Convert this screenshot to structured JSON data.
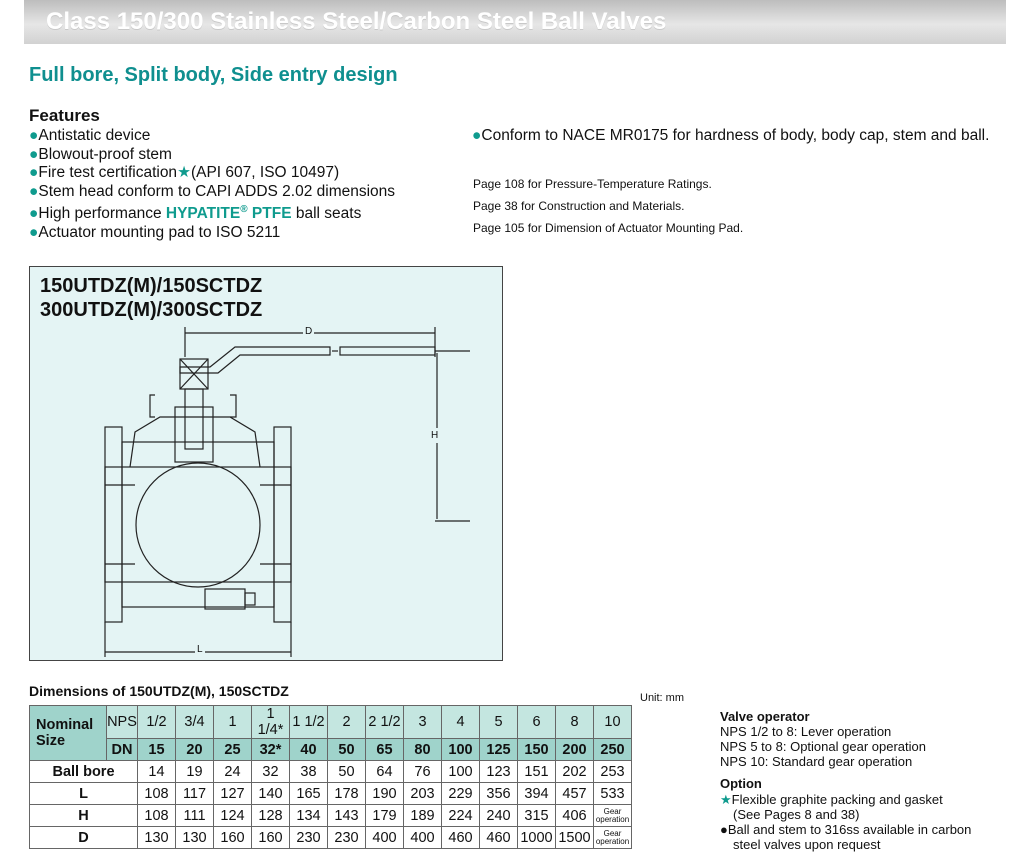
{
  "banner_title": "Class 150/300 Stainless Steel/Carbon Steel Ball Valves",
  "subtitle": "Full bore, Split body, Side entry design",
  "features_heading": "Features",
  "bullet": "●",
  "features": [
    "Antistatic device",
    "Blowout-proof stem",
    "Fire test certification",
    "(API 607, ISO 10497)",
    "Stem head conform to CAPI ADDS 2.02 dimensions",
    "High performance ",
    "HYPATITE",
    "®",
    " PTFE",
    " ball seats",
    "Actuator mounting pad to ISO 5211"
  ],
  "star": "★",
  "nace": "Conform to NACE MR0175 for hardness of body, body cap, stem and ball.",
  "page_refs": [
    "Page 108 for Pressure-Temperature Ratings.",
    "Page 38 for Construction and Materials.",
    "Page 105 for Dimension of Actuator Mounting Pad."
  ],
  "models": [
    "150UTDZ(M)/150SCTDZ",
    "300UTDZ(M)/300SCTDZ"
  ],
  "dim_labels": {
    "d": "D",
    "h": "H",
    "l": "L"
  },
  "table": {
    "title": "Dimensions of 150UTDZ(M), 150SCTDZ",
    "unit": "Unit: mm",
    "nominal": "Nominal",
    "size": "Size",
    "nps_label": "NPS",
    "dn_label": "DN",
    "nps": [
      "1/2",
      "3/4",
      "1",
      "1 1/4*",
      "1 1/2",
      "2",
      "2 1/2",
      "3",
      "4",
      "5",
      "6",
      "8",
      "10"
    ],
    "dn": [
      "15",
      "20",
      "25",
      "32*",
      "40",
      "50",
      "65",
      "80",
      "100",
      "125",
      "150",
      "200",
      "250"
    ],
    "rows": [
      {
        "label": "Ball bore",
        "values": [
          "14",
          "19",
          "24",
          "32",
          "38",
          "50",
          "64",
          "76",
          "100",
          "123",
          "151",
          "202",
          "253"
        ]
      },
      {
        "label": "L",
        "values": [
          "108",
          "117",
          "127",
          "140",
          "165",
          "178",
          "190",
          "203",
          "229",
          "356",
          "394",
          "457",
          "533"
        ]
      },
      {
        "label": "H",
        "values": [
          "108",
          "111",
          "124",
          "128",
          "134",
          "143",
          "179",
          "189",
          "224",
          "240",
          "315",
          "406",
          "Gear operation"
        ]
      },
      {
        "label": "D",
        "values": [
          "130",
          "130",
          "160",
          "160",
          "230",
          "230",
          "400",
          "400",
          "460",
          "460",
          "1000",
          "1500",
          "Gear operation"
        ]
      }
    ]
  },
  "valve_operator": {
    "heading": "Valve operator",
    "lines": [
      "NPS 1/2 to 8: Lever operation",
      "NPS 5 to 8: Optional gear operation",
      "NPS 10: Standard gear operation"
    ]
  },
  "option": {
    "heading": "Option",
    "lines": [
      "Flexible graphite packing and gasket",
      "(See Pages 8 and 38)",
      "Ball and stem to 316ss available in carbon",
      "steel valves upon request"
    ]
  }
}
